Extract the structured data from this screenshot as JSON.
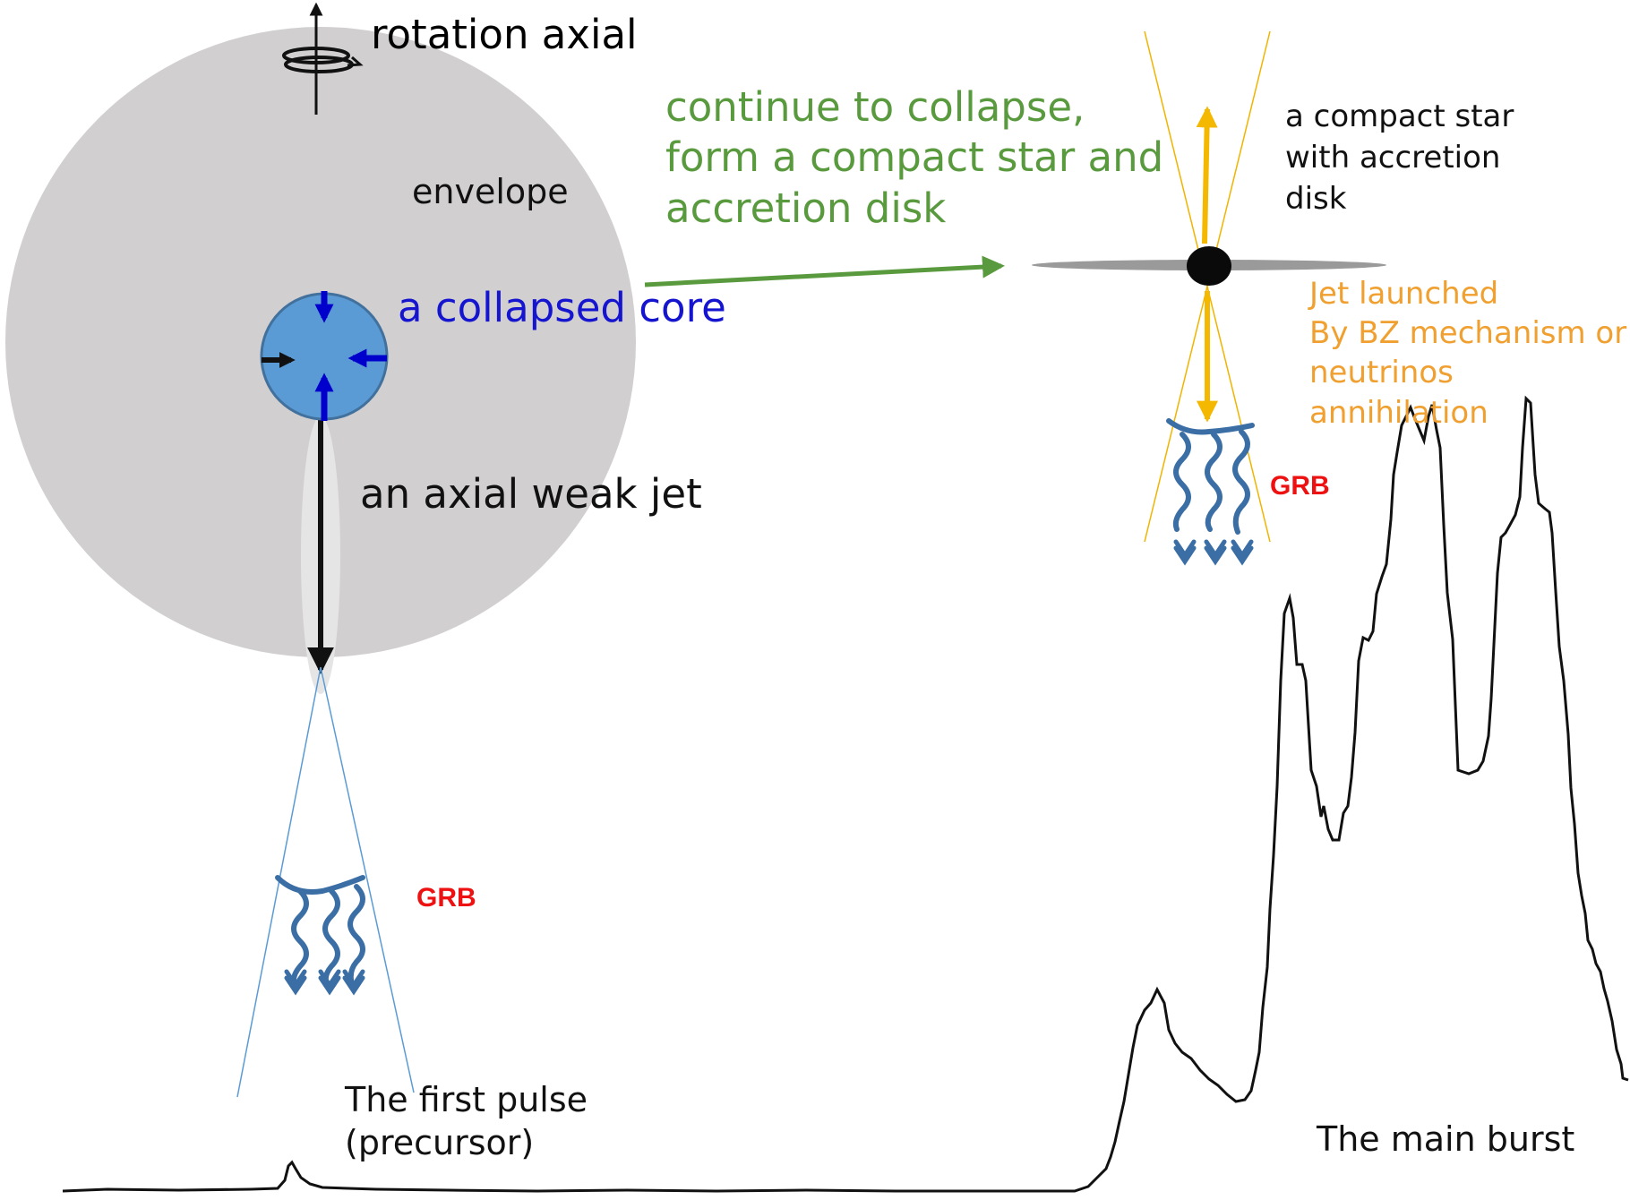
{
  "colors": {
    "envelope": "#d1cfd0",
    "core_fill": "#5b9bd5",
    "core_stroke": "#41719c",
    "core_arrows": "#0000cc",
    "green": "#5a9a3e",
    "orange": "#f0a030",
    "jet_arrow": "#f5b800",
    "cone_blue": "#5b9bd5",
    "wave_blue": "#3a6ea5",
    "grb_red": "#ee1111",
    "curve": "#111111"
  },
  "labels": {
    "rotation_axial": "rotation axial",
    "envelope": "envelope",
    "collapsed_core": "a collapsed core",
    "weak_jet": "an axial weak jet",
    "continue_collapse": "continue to collapse,\nform a compact star and\naccretion disk",
    "compact_star": " a compact star\nwith accretion\ndisk",
    "jet_launched": "Jet launched\nBy BZ mechanism or\nneutrinos annihilation",
    "grb_left": "GRB",
    "grb_right": "GRB",
    "first_pulse": "The first pulse\n(precursor)",
    "main_burst": "The main burst"
  },
  "icons": {
    "rotation": "rotation-axis-icon",
    "photons": "wavy-photon-arrows-icon"
  }
}
